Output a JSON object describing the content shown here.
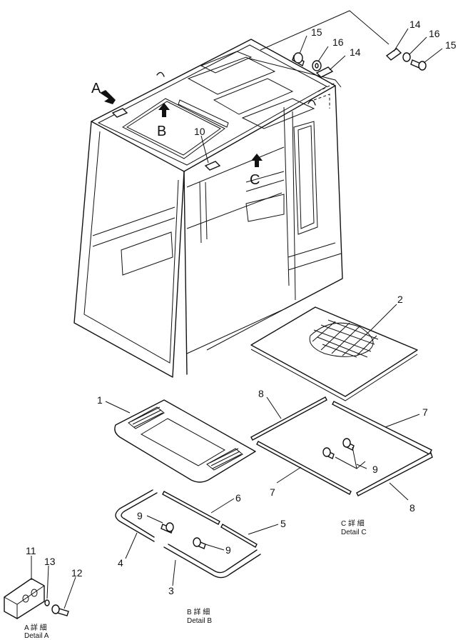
{
  "views": {
    "a": "A",
    "b": "B",
    "c": "C"
  },
  "callouts": {
    "c1": "1",
    "c2": "2",
    "c3": "3",
    "c4": "4",
    "c5": "5",
    "c6": "6",
    "c7a": "7",
    "c7b": "7",
    "c8a": "8",
    "c8b": "8",
    "c9a": "9",
    "c9b": "9",
    "c9c": "9",
    "c10": "10",
    "c11": "11",
    "c12": "12",
    "c13": "13",
    "c14a": "14",
    "c14b": "14",
    "c15a": "15",
    "c15b": "15",
    "c16a": "16",
    "c16b": "16"
  },
  "captions": {
    "detail_a_jp": "A 詳 細",
    "detail_a_en": "Detail A",
    "detail_b_jp": "B 詳 細",
    "detail_b_en": "Detail B",
    "detail_c_jp": "C 詳 細",
    "detail_c_en": "Detail C"
  }
}
